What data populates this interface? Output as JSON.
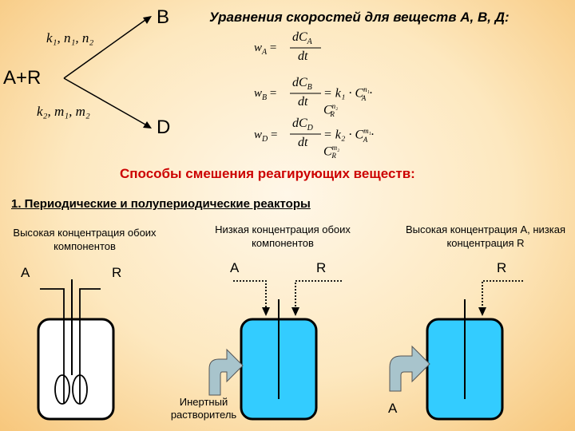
{
  "reaction": {
    "product_b": "B",
    "reactants": "A+R",
    "product_d": "D",
    "k1_params": "k₁, n₁, n₂",
    "k2_params": "k₂, m₁, m₂"
  },
  "equations": {
    "title": "Уравнения скоростей для веществ А, В, Д:",
    "wa": {
      "lhs": "w",
      "sub": "A",
      "num": "dC",
      "num_sub": "A",
      "den": "dt"
    },
    "wb": {
      "lhs": "w",
      "sub": "B",
      "num": "dC",
      "num_sub": "B",
      "den": "dt",
      "rhs": "= k₁ · C",
      "rhs_sub1": "A",
      "rhs_sup1": "n₁",
      "rhs_mid": " · C",
      "rhs_sub2": "R",
      "rhs_sup2": "n₂"
    },
    "wd": {
      "lhs": "w",
      "sub": "D",
      "num": "dC",
      "num_sub": "D",
      "den": "dt",
      "rhs": "= k₂ · C",
      "rhs_sub1": "A",
      "rhs_sup1": "m₁",
      "rhs_mid": " · C",
      "rhs_sub2": "R",
      "rhs_sup2": "m₂"
    }
  },
  "mixing_title": "Способы смешения реагирующих веществ:",
  "section_title": "1. Периодические и полупериодические реакторы",
  "reactors": [
    {
      "caption": "Высокая концентрация обоих компонентов",
      "label_left": "A",
      "label_right": "R"
    },
    {
      "caption": "Низкая концентрация обоих компонентов",
      "label_left": "A",
      "label_right": "R",
      "inert": "Инертный растворитель"
    },
    {
      "caption": "Высокая концентрация А, низкая концентрация R",
      "label_right": "R",
      "bottom_label": "A"
    }
  ],
  "colors": {
    "liquid": "#33ccff",
    "arrow_fill": "#a8c4cc",
    "title_red": "#cc0000"
  }
}
